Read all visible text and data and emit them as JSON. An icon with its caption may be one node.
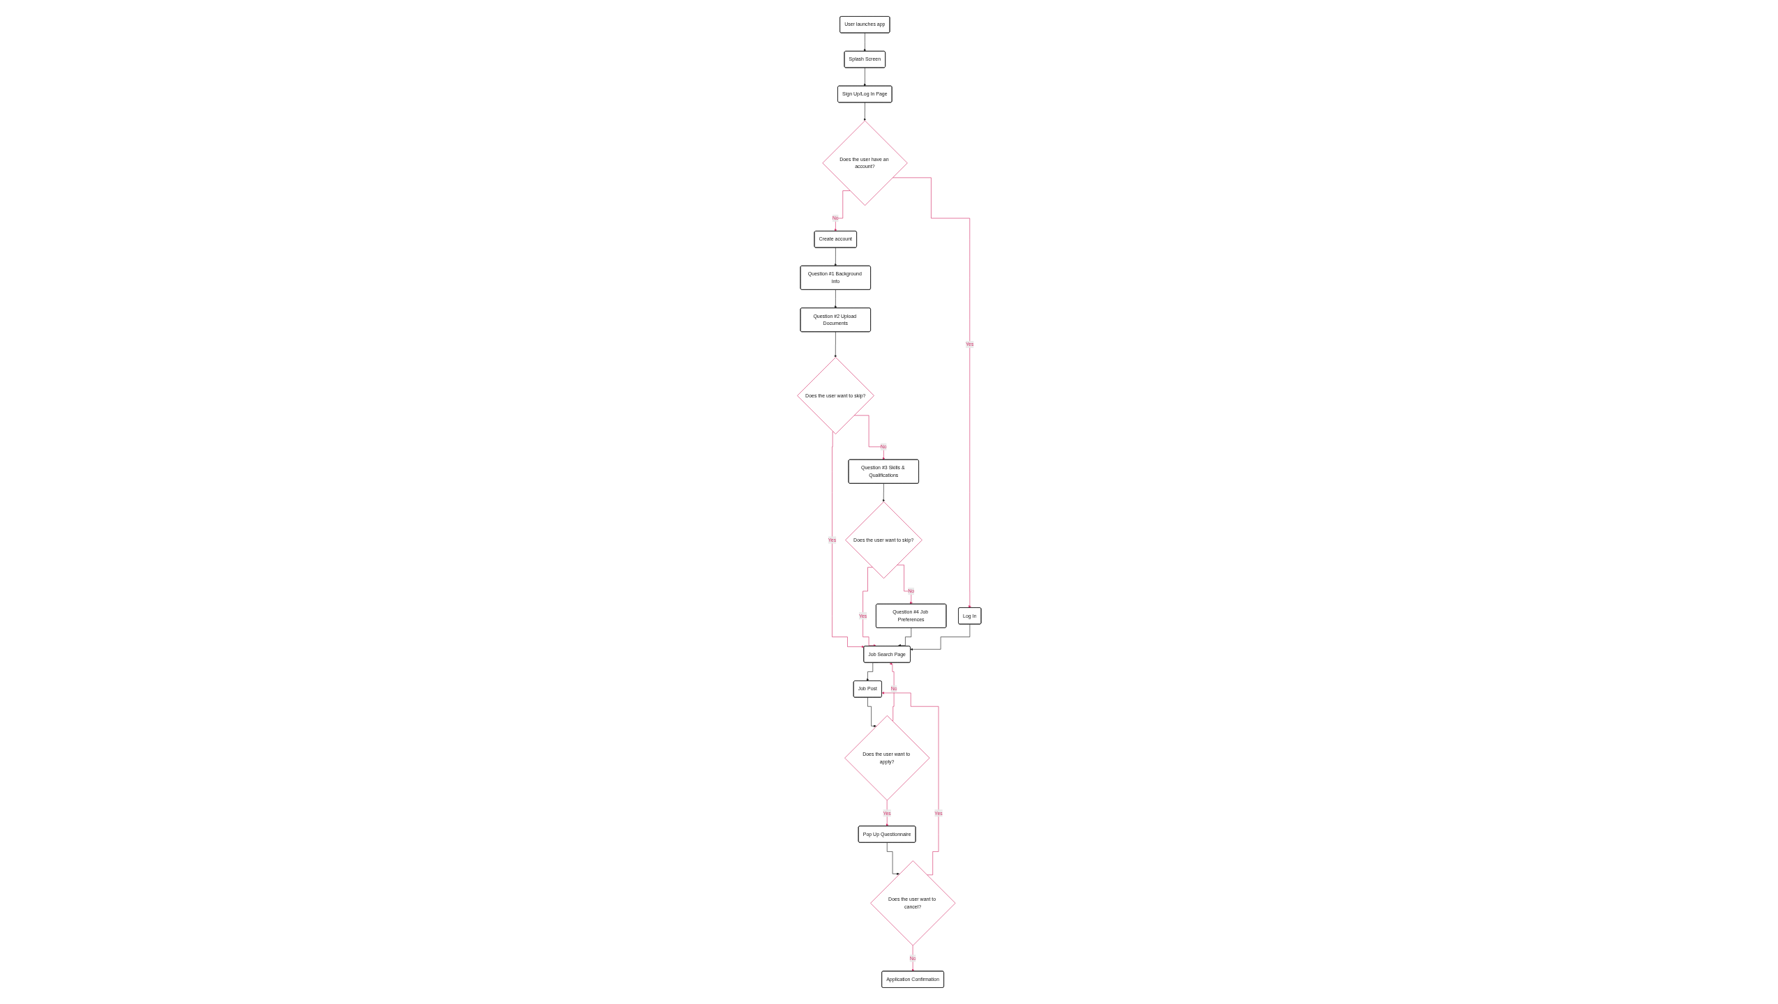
{
  "diagram": {
    "nodes": [
      {
        "text": [
          "Splash Screen"
        ]
      },
      {
        "text": [
          "Sign Up/Log In Page"
        ]
      },
      {
        "text": [
          "User launches app"
        ]
      },
      {
        "text": [
          "Does the user have an account?"
        ]
      },
      {
        "text": [
          "Create account"
        ]
      },
      {
        "text": [
          "Question #1 Background Info"
        ]
      },
      {
        "text": [
          "Question #2 Upload Documents"
        ]
      },
      {
        "text": [
          "Log In"
        ]
      },
      {
        "text": [
          "Does the user want to skip?"
        ]
      },
      {
        "text": [
          "Question #3 Skills & Qualifications"
        ]
      },
      {
        "text": [
          "Job Search Page"
        ]
      },
      {
        "text": [
          "Does the user want to skip?"
        ]
      },
      {
        "text": [
          "Job Post"
        ]
      },
      {
        "text": [
          "Does the user want to apply?"
        ]
      },
      {
        "text": [
          "Question #4 Job Preferences"
        ]
      },
      {
        "text": [
          "Pop Up Questionnaire"
        ]
      },
      {
        "text": [
          "Does the user want to cancel?"
        ]
      },
      {
        "text": [
          "Application Confirmation"
        ]
      }
    ],
    "edges": [
      {
        "from": 2,
        "to": 0,
        "arrow": "to"
      },
      {
        "from": 0,
        "to": 1,
        "arrow": "to"
      },
      {
        "from": 1,
        "to": 3,
        "arrow": "to"
      },
      {
        "from": 3,
        "to": 4,
        "arrow": "to",
        "label": "No",
        "color": "#d6336c"
      },
      {
        "from": 3,
        "to": 7,
        "arrow": "to",
        "label": "Yes",
        "color": "#d6336c"
      },
      {
        "from": 4,
        "to": 5,
        "arrow": "to"
      },
      {
        "from": 5,
        "to": 6,
        "arrow": "to"
      },
      {
        "from": 6,
        "to": 8,
        "arrow": "to"
      },
      {
        "from": 8,
        "to": 9,
        "arrow": "to",
        "label": "No",
        "color": "#d6336c"
      },
      {
        "from": 8,
        "to": 10,
        "arrow": "to",
        "label": "Yes",
        "color": "#d6336c"
      },
      {
        "from": 9,
        "to": 11,
        "arrow": "to"
      },
      {
        "from": 11,
        "to": 10,
        "arrow": "to",
        "label": "Yes",
        "color": "#d6336c"
      },
      {
        "from": 11,
        "to": 14,
        "arrow": "to",
        "label": "No",
        "color": "#d6336c"
      },
      {
        "from": 14,
        "to": 10,
        "arrow": "to"
      },
      {
        "from": 7,
        "to": 10,
        "arrow": "to"
      },
      {
        "from": 10,
        "to": 12,
        "arrow": "to"
      },
      {
        "from": 12,
        "to": 13,
        "arrow": "to"
      },
      {
        "from": 13,
        "to": 10,
        "arrow": "to",
        "label": "No",
        "color": "#d6336c"
      },
      {
        "from": 13,
        "to": 15,
        "arrow": "to",
        "label": "Yes",
        "color": "#d6336c"
      },
      {
        "from": 15,
        "to": 16,
        "arrow": "to"
      },
      {
        "from": 16,
        "to": 12,
        "arrow": "to",
        "label": "Yes",
        "color": "#d6336c"
      },
      {
        "from": 16,
        "to": 17,
        "arrow": "to",
        "label": "No",
        "color": "#d6336c"
      }
    ]
  }
}
